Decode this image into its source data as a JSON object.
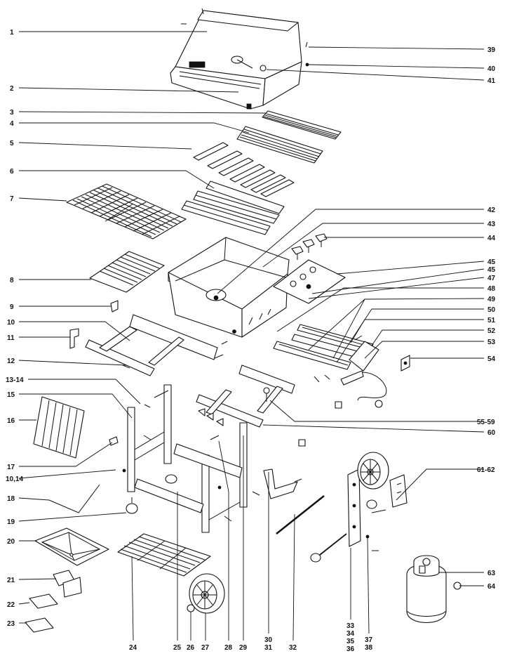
{
  "labels": {
    "l1": "1",
    "l2": "2",
    "l3": "3",
    "l4": "4",
    "l5": "5",
    "l6": "6",
    "l7": "7",
    "l8": "8",
    "l9": "9",
    "l10": "10",
    "l11": "11",
    "l12": "12",
    "l13": "13-14",
    "l15": "15",
    "l16": "16",
    "l17": "17",
    "l1014": "10,14",
    "l18": "18",
    "l19": "19",
    "l20": "20",
    "l21": "21",
    "l22": "22",
    "l23": "23",
    "l39": "39",
    "l40": "40",
    "l41": "41",
    "l42": "42",
    "l43": "43",
    "l44": "44",
    "l45a": "45",
    "l45b": "45",
    "l47": "47",
    "l48": "48",
    "l49": "49",
    "l50": "50",
    "l51": "51",
    "l52": "52",
    "l53": "53",
    "l54": "54",
    "l5559": "55-59",
    "l60": "60",
    "l6162": "61-62",
    "l63": "63",
    "l64": "64",
    "b24": "24",
    "b25": "25",
    "b27": "27",
    "b26": "26",
    "b28": "28",
    "b29": "29",
    "b30": "30",
    "b31": "31",
    "b32": "32",
    "b33": "33",
    "b34": "34",
    "b35": "35",
    "b36": "36",
    "b37": "37",
    "b38": "38"
  }
}
